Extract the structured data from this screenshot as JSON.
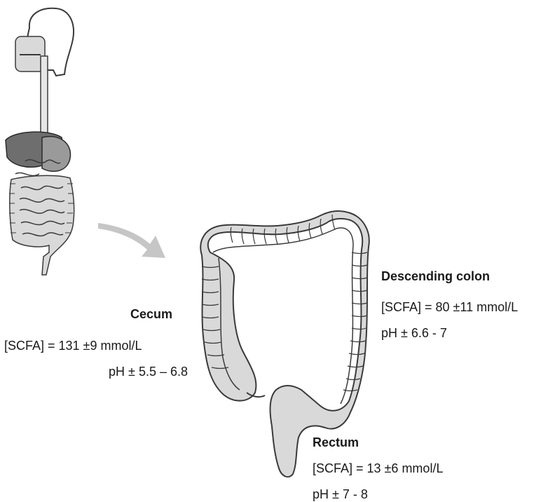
{
  "colors": {
    "outline": "#3a3a3a",
    "organ_fill": "#d9d9d9",
    "organ_light": "#ececec",
    "organ_dark": "#6e6e6e",
    "arrow": "#c6c6c6",
    "text": "#1a1a1a"
  },
  "icons": [
    "digestive-system-icon",
    "head-silhouette-icon",
    "large-intestine-illustration",
    "pointer-arrow-icon"
  ],
  "regions": {
    "cecum": {
      "title": "Cecum",
      "scfa": "[SCFA] = 131 ±9 mmol/L",
      "ph": "pH ± 5.5 – 6.8"
    },
    "descending_colon": {
      "title": "Descending colon",
      "scfa": "[SCFA] = 80 ±11 mmol/L",
      "ph": "pH ± 6.6 - 7"
    },
    "rectum": {
      "title": "Rectum",
      "scfa": "[SCFA] = 13 ±6 mmol/L",
      "ph": "pH ± 7 - 8"
    }
  }
}
